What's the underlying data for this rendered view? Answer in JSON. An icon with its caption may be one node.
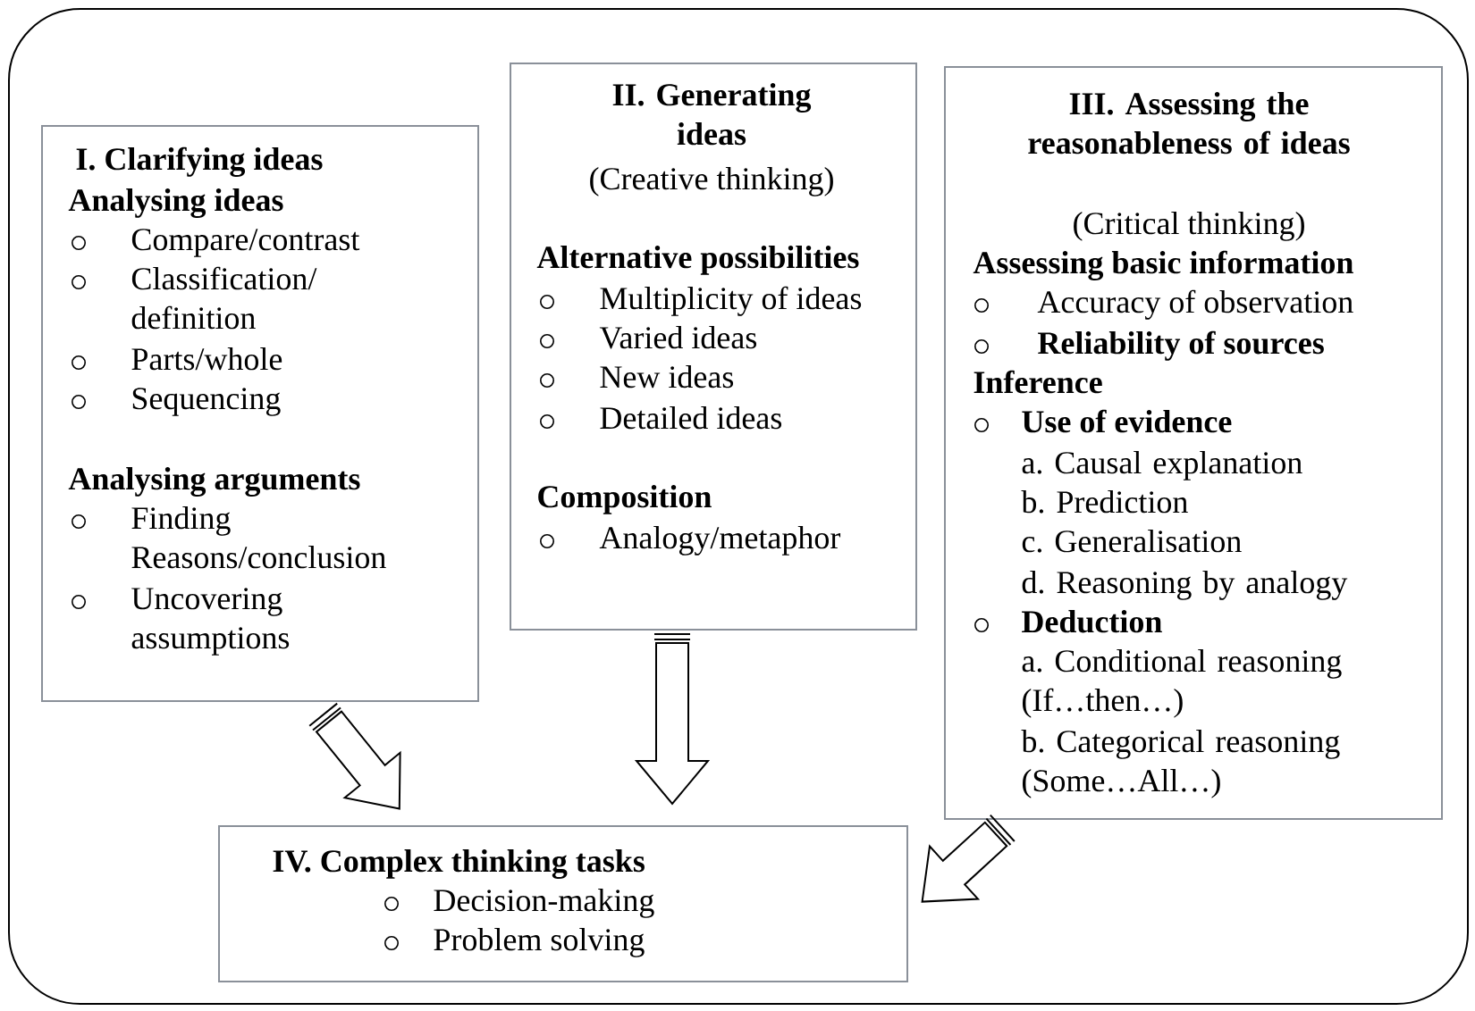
{
  "diagram": {
    "nodes": [
      {
        "text": [
          "I. Clarifying ideas",
          "Analysing ideas",
          "Compare/contrast",
          "Classification/ definition",
          "Parts/whole",
          "Sequencing",
          "Analysing arguments",
          "Finding Reasons/conclusion",
          "Uncovering assumptions"
        ]
      },
      {
        "text": [
          "II. Generating ideas",
          "(Creative thinking)",
          "Alternative possibilities",
          "Multiplicity of ideas",
          "Varied ideas",
          "New ideas",
          "Detailed ideas",
          "Composition",
          "Analogy/metaphor"
        ]
      },
      {
        "text": [
          "III. Assessing the reasonableness of ideas",
          "(Critical thinking)",
          "Assessing basic information",
          "Accuracy of observation",
          "Reliability of sources",
          "Inference",
          "Use of evidence",
          "a. Causal explanation",
          "b. Prediction",
          "c. Generalisation",
          "d. Reasoning by analogy",
          "Deduction",
          "a. Conditional reasoning (If…then…)",
          "b. Categorical reasoning (Some…All…)"
        ]
      },
      {
        "text": [
          "IV. Complex thinking tasks",
          "Decision-making",
          "Problem solving"
        ]
      }
    ],
    "edges": [
      {
        "from": 0,
        "to": 3,
        "arrow": "to"
      },
      {
        "from": 1,
        "to": 3,
        "arrow": "to"
      },
      {
        "from": 2,
        "to": 3,
        "arrow": "to"
      }
    ]
  }
}
